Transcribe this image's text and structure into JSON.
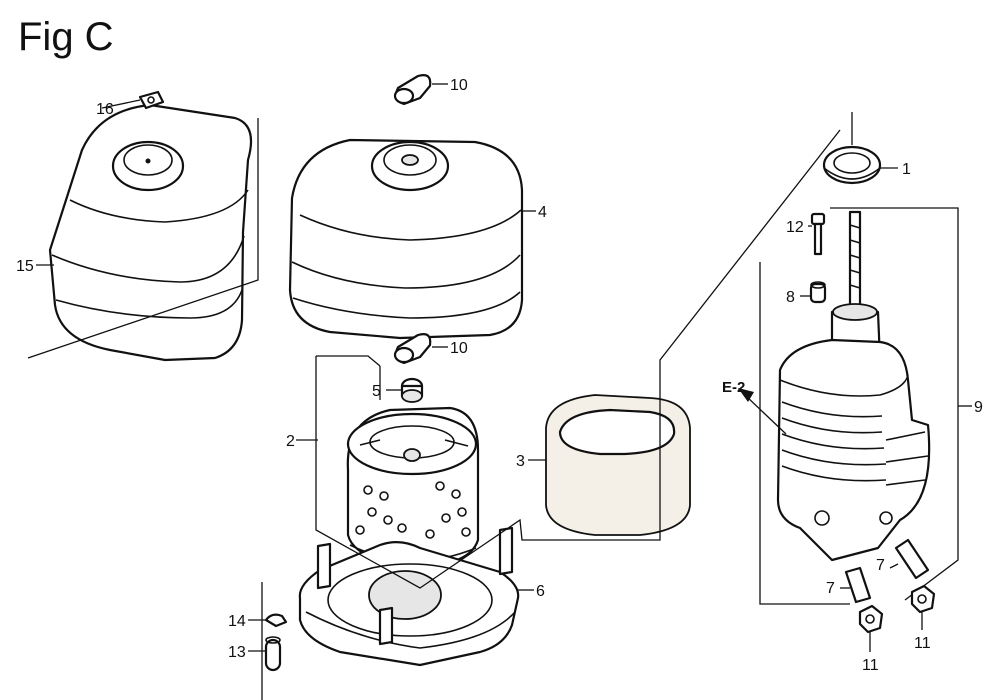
{
  "figure": {
    "title": "Fig C",
    "callouts": {
      "c1": "1",
      "c2": "2",
      "c3": "3",
      "c4": "4",
      "c5": "5",
      "c6": "6",
      "c7a": "7",
      "c7b": "7",
      "c8": "8",
      "c9": "9",
      "c10a": "10",
      "c10b": "10",
      "c11a": "11",
      "c11b": "11",
      "c12": "12",
      "c13": "13",
      "c14": "14",
      "c15": "15",
      "c16": "16"
    },
    "reference": "E-2"
  }
}
